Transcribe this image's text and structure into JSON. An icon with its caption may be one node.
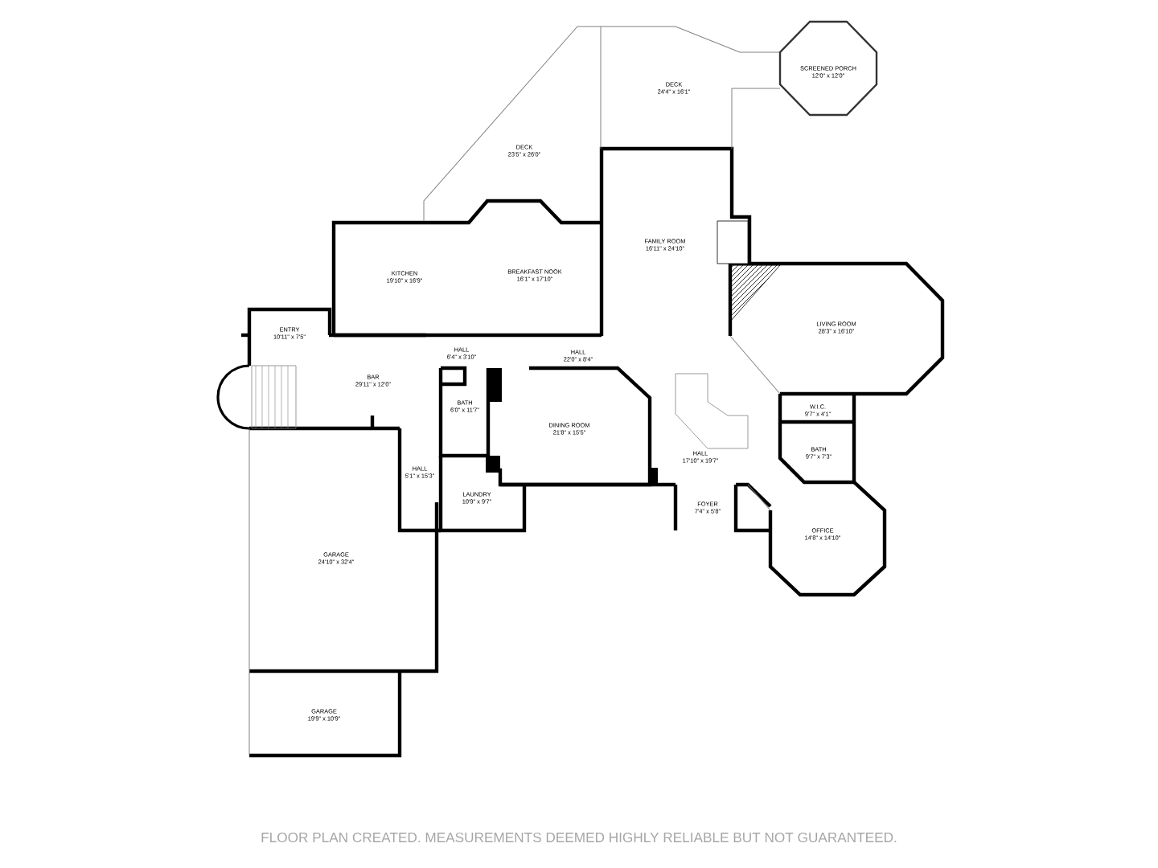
{
  "diagram": {
    "labels": [
      "SCREENED PORCH",
      "12'0\" x 12'0\"",
      "DECK",
      "24'4\" x 16'1\"",
      "DECK",
      "23'5\" x 26'0\"",
      "FAMILY ROOM",
      "16'11\" x 24'10\"",
      "KITCHEN",
      "19'10\" x 16'9\"",
      "BREAKFAST NOOK",
      "16'1\" x 17'10\"",
      "LIVING ROOM",
      "28'3\" x 16'10\"",
      "ENTRY",
      "10'11\" x 7'5\"",
      "HALL",
      "6'4\" x 3'10\"",
      "HALL",
      "22'0\" x 8'4\"",
      "BAR",
      "29'11\" x 12'0\"",
      "BATH",
      "6'0\" x 11'7\"",
      "DINING ROOM",
      "21'8\" x 15'5\"",
      "W.I.C.",
      "9'7\" x 4'1\"",
      "BATH",
      "9'7\" x 7'3\"",
      "HALL",
      "17'10\" x 19'7\"",
      "HALL",
      "5'1\" x 15'3\"",
      "LAUNDRY",
      "10'9\" x 9'7\"",
      "FOYER",
      "7'4\" x 5'8\"",
      "OFFICE",
      "14'8\" x 14'10\"",
      "GARAGE",
      "24'10\" x 32'4\"",
      "GARAGE",
      "19'9\" x 10'9\"",
      "FLOOR PLAN CREATED. MEASUREMENTS DEEMED HIGHLY RELIABLE BUT NOT GUARANTEED."
    ]
  }
}
